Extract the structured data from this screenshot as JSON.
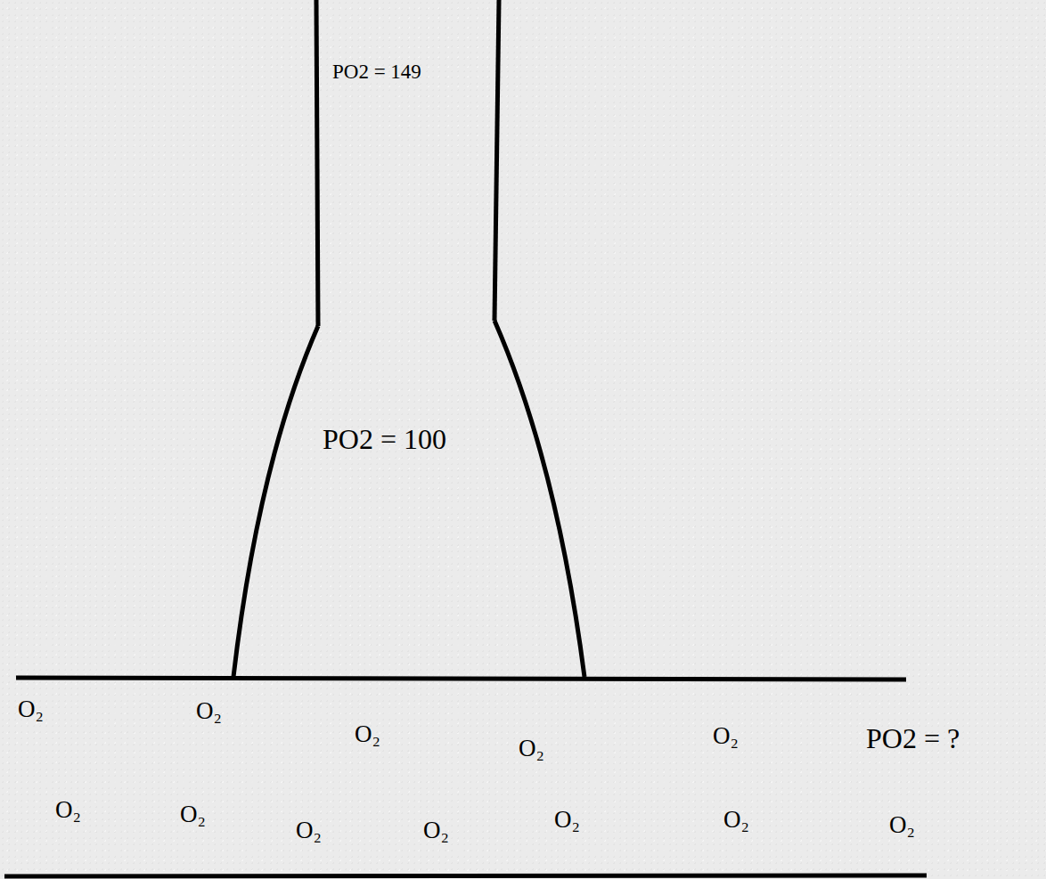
{
  "diagram": {
    "labels": [
      "PO2 = 149",
      "PO2 = 100",
      "PO2 = ?",
      "O₂",
      "O₂",
      "O₂",
      "O₂",
      "O₂",
      "O₂",
      "O₂",
      "O₂",
      "O₂",
      "O₂",
      "O₂",
      "O₂"
    ]
  }
}
